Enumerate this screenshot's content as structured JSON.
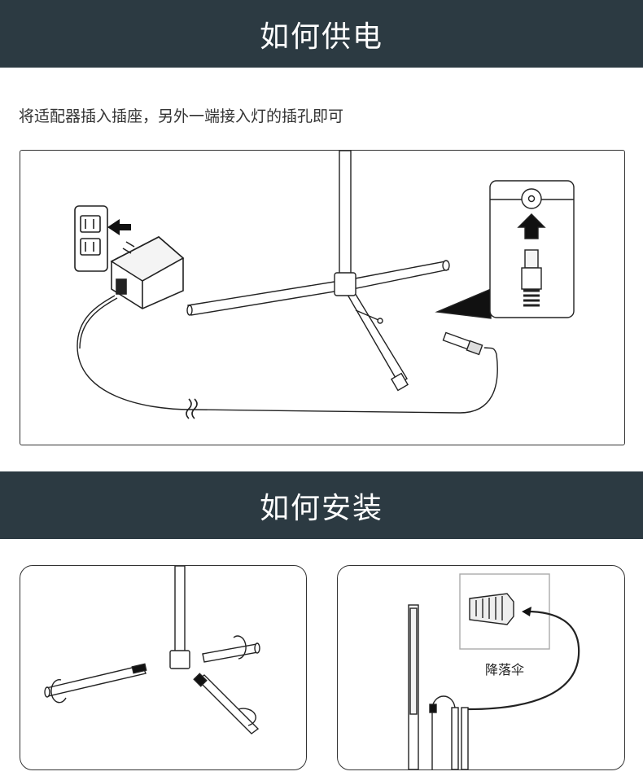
{
  "section_power": {
    "title": "如何供电",
    "caption": "将适配器插入插座，另外一端接入灯的插孔即可"
  },
  "section_install": {
    "title": "如何安装",
    "umbrella_label": "降落伞"
  },
  "colors": {
    "banner_bg": "#2c3a42",
    "banner_text": "#ffffff",
    "line": "#222222"
  }
}
